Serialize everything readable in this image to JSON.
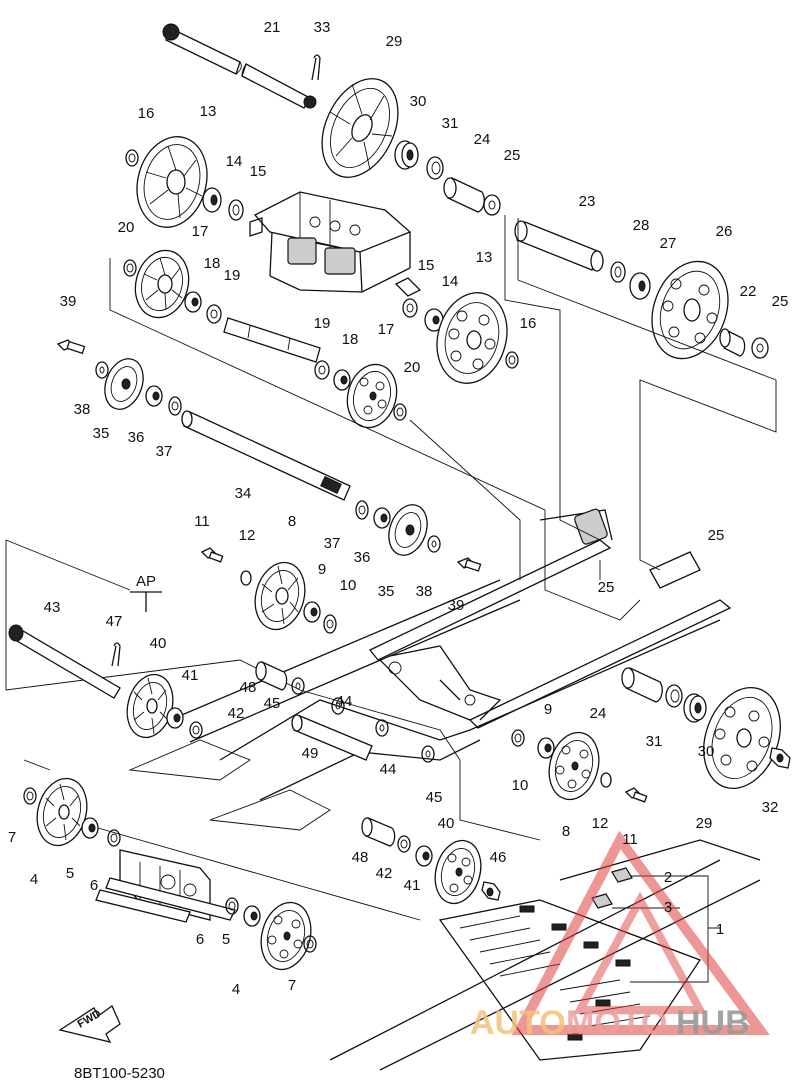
{
  "diagram": {
    "code": "8BT100-5230",
    "fwd_label": "FWD",
    "section_label": "AP",
    "callouts": [
      {
        "n": "21"
      },
      {
        "n": "33"
      },
      {
        "n": "29"
      },
      {
        "n": "30"
      },
      {
        "n": "31"
      },
      {
        "n": "24"
      },
      {
        "n": "25"
      },
      {
        "n": "16"
      },
      {
        "n": "13"
      },
      {
        "n": "14"
      },
      {
        "n": "15"
      },
      {
        "n": "23"
      },
      {
        "n": "28"
      },
      {
        "n": "27"
      },
      {
        "n": "26"
      },
      {
        "n": "22"
      },
      {
        "n": "25"
      },
      {
        "n": "20"
      },
      {
        "n": "17"
      },
      {
        "n": "18"
      },
      {
        "n": "19"
      },
      {
        "n": "15"
      },
      {
        "n": "14"
      },
      {
        "n": "13"
      },
      {
        "n": "16"
      },
      {
        "n": "39"
      },
      {
        "n": "19"
      },
      {
        "n": "18"
      },
      {
        "n": "17"
      },
      {
        "n": "20"
      },
      {
        "n": "38"
      },
      {
        "n": "35"
      },
      {
        "n": "36"
      },
      {
        "n": "37"
      },
      {
        "n": "34"
      },
      {
        "n": "11"
      },
      {
        "n": "12"
      },
      {
        "n": "8"
      },
      {
        "n": "37"
      },
      {
        "n": "36"
      },
      {
        "n": "35"
      },
      {
        "n": "38"
      },
      {
        "n": "39"
      },
      {
        "n": "25"
      },
      {
        "n": "25"
      },
      {
        "n": "9"
      },
      {
        "n": "10"
      },
      {
        "n": "43"
      },
      {
        "n": "47"
      },
      {
        "n": "40"
      },
      {
        "n": "41"
      },
      {
        "n": "42"
      },
      {
        "n": "48"
      },
      {
        "n": "45"
      },
      {
        "n": "44"
      },
      {
        "n": "49"
      },
      {
        "n": "44"
      },
      {
        "n": "45"
      },
      {
        "n": "9"
      },
      {
        "n": "10"
      },
      {
        "n": "24"
      },
      {
        "n": "31"
      },
      {
        "n": "30"
      },
      {
        "n": "29"
      },
      {
        "n": "32"
      },
      {
        "n": "8"
      },
      {
        "n": "12"
      },
      {
        "n": "11"
      },
      {
        "n": "7"
      },
      {
        "n": "4"
      },
      {
        "n": "5"
      },
      {
        "n": "6"
      },
      {
        "n": "48"
      },
      {
        "n": "42"
      },
      {
        "n": "41"
      },
      {
        "n": "40"
      },
      {
        "n": "46"
      },
      {
        "n": "2"
      },
      {
        "n": "3"
      },
      {
        "n": "1"
      },
      {
        "n": "6"
      },
      {
        "n": "5"
      },
      {
        "n": "4"
      },
      {
        "n": "7"
      }
    ]
  },
  "watermark": {
    "part_a": "AUTO",
    "part_b": "MOTO",
    "part_c": "HUB"
  }
}
